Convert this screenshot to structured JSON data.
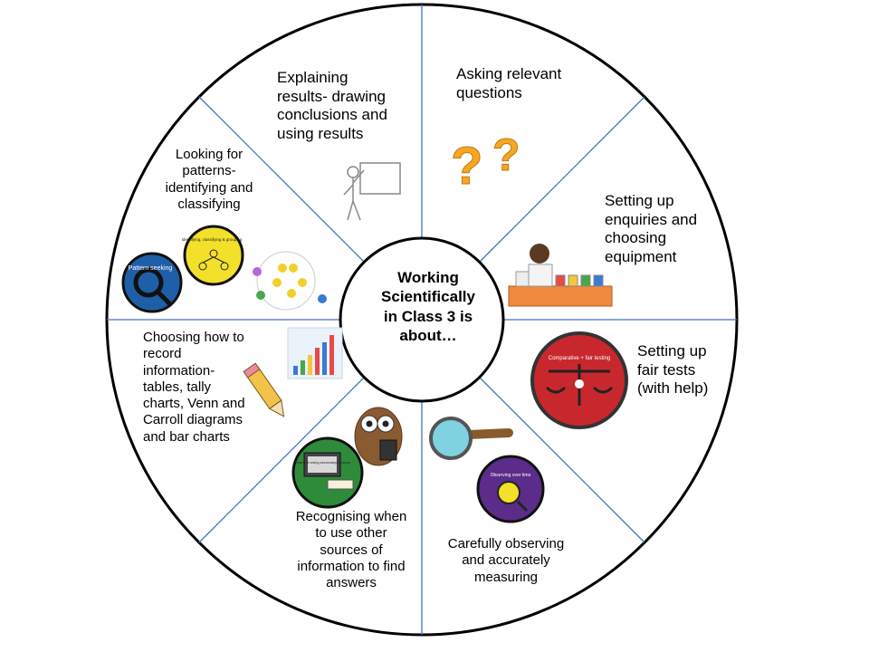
{
  "centre": {
    "lines": [
      "Working",
      "Scientifically",
      "in Class 3 is",
      "about…"
    ]
  },
  "segments": [
    {
      "id": "explaining",
      "lines": [
        "Explaining",
        "results- drawing",
        "conclusions and",
        "using results"
      ]
    },
    {
      "id": "asking",
      "lines": [
        "Asking  relevant",
        "questions"
      ]
    },
    {
      "id": "enquiries",
      "lines": [
        "Setting up",
        "enquiries and",
        "choosing",
        "equipment"
      ]
    },
    {
      "id": "fair-tests",
      "lines": [
        "Setting up",
        "fair tests",
        "(with help)"
      ]
    },
    {
      "id": "observing",
      "lines": [
        "Carefully observing",
        "and  accurately",
        "measuring"
      ]
    },
    {
      "id": "sources",
      "lines": [
        "Recognising when",
        "to use other",
        "sources of",
        "information to find",
        "answers"
      ]
    },
    {
      "id": "recording",
      "lines": [
        "Choosing how to",
        "record",
        "information-",
        "tables, tally",
        "charts, Venn and",
        "Carroll diagrams",
        "and bar charts"
      ]
    },
    {
      "id": "patterns",
      "lines": [
        "Looking for",
        "patterns-",
        "identifying and",
        "classifying"
      ]
    }
  ],
  "badges": {
    "pattern_seeking": "Pattern seeking",
    "identifying": "Identifying, classifying & grouping",
    "comparative": "Comparative + fair testing",
    "observing_over_time": "Observing over time",
    "research": "Research using secondary sources"
  },
  "colors": {
    "outline": "#000000",
    "divider": "#4472c4",
    "question_mark": "#f5a623",
    "badge_red": "#c8282d",
    "badge_purple": "#5b2c8a",
    "badge_green": "#2e8b3a",
    "badge_blue": "#1f5fa8",
    "badge_yellow": "#f2e02a"
  }
}
